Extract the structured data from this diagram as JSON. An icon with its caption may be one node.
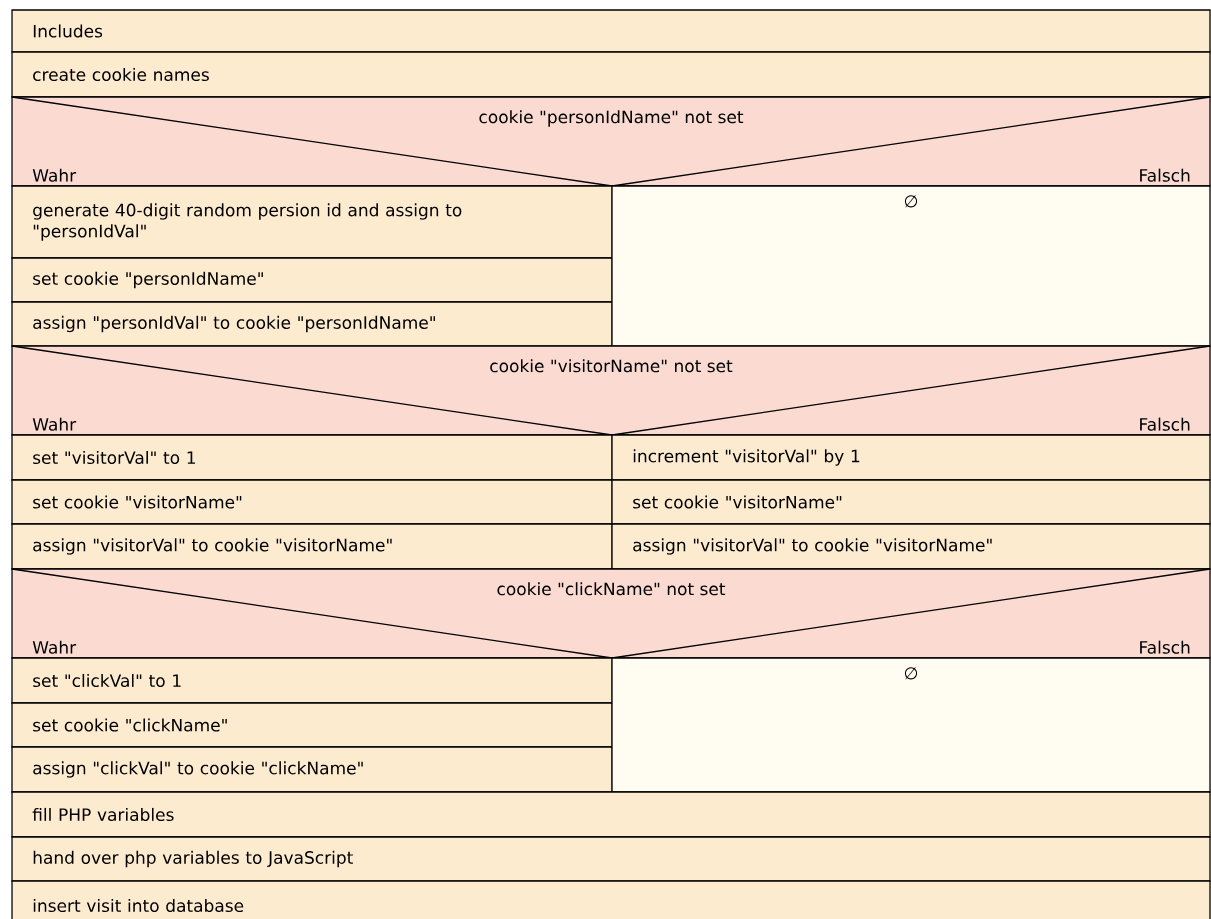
{
  "diagram": {
    "nodes": [
      {
        "text": [
          "Includes"
        ]
      },
      {
        "text": [
          "create cookie names"
        ]
      },
      {
        "text": [
          "cookie \"personIdName\" not set",
          "Wahr",
          "Falsch"
        ]
      },
      {
        "text": [
          "generate 40-digit random persion id and assign to \"personIdVal\""
        ]
      },
      {
        "text": [
          "set cookie \"personIdName\""
        ]
      },
      {
        "text": [
          "assign \"personIdVal\" to cookie \"personIdName\""
        ]
      },
      {
        "text": [
          "∅"
        ]
      },
      {
        "text": [
          "cookie \"visitorName\" not set",
          "Wahr",
          "Falsch"
        ]
      },
      {
        "text": [
          "set \"visitorVal\" to 1"
        ]
      },
      {
        "text": [
          "set cookie \"visitorName\""
        ]
      },
      {
        "text": [
          "assign \"visitorVal\" to cookie \"visitorName\""
        ]
      },
      {
        "text": [
          "increment \"visitorVal\" by 1"
        ]
      },
      {
        "text": [
          "set cookie \"visitorName\""
        ]
      },
      {
        "text": [
          "assign \"visitorVal\" to cookie \"visitorName\""
        ]
      },
      {
        "text": [
          "cookie \"clickName\" not set",
          "Wahr",
          "Falsch"
        ]
      },
      {
        "text": [
          "set \"clickVal\" to 1"
        ]
      },
      {
        "text": [
          "set cookie \"clickName\""
        ]
      },
      {
        "text": [
          "assign \"clickVal\" to cookie \"clickName\""
        ]
      },
      {
        "text": [
          "∅"
        ]
      },
      {
        "text": [
          "fill PHP variables"
        ]
      },
      {
        "text": [
          "hand over php variables to JavaScript"
        ]
      },
      {
        "text": [
          "insert visit into database"
        ]
      }
    ]
  }
}
